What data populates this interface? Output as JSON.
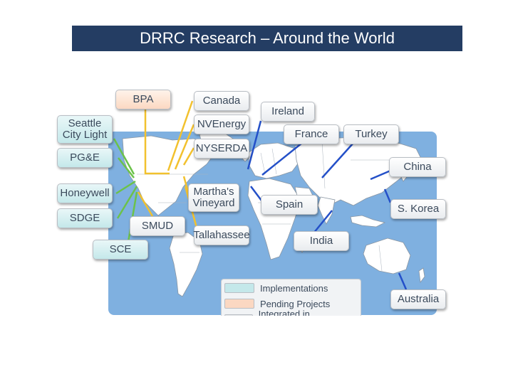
{
  "title": "DRRC Research – Around the World",
  "colors": {
    "title_bg": "#243d63",
    "ocean": "#7fb0e0",
    "land": "#ffffff",
    "implementations": "#c4e8ea",
    "pending": "#fbd8c2",
    "in_development": "#e2e4e6",
    "line_green": "#6cc24a",
    "line_yellow": "#f2c12e",
    "line_blue": "#2450c8"
  },
  "labels": {
    "seattle": "Seattle City Light",
    "pge": "PG&E",
    "honeywell": "Honeywell",
    "sdge": "SDGE",
    "sce": "SCE",
    "bpa": "BPA",
    "smud": "SMUD",
    "canada": "Canada",
    "nvenergy": "NVEnergy",
    "nyserda": "NYSERDA",
    "marthas": "Martha's Vineyard",
    "tallahassee": "Tallahassee",
    "ireland": "Ireland",
    "france": "France",
    "turkey": "Turkey",
    "china": "China",
    "spain": "Spain",
    "korea": "S. Korea",
    "india": "India",
    "australia": "Australia"
  },
  "legend": {
    "implementations": "Implementations",
    "pending": "Pending Projects",
    "in_development": "Integrated in Development"
  }
}
